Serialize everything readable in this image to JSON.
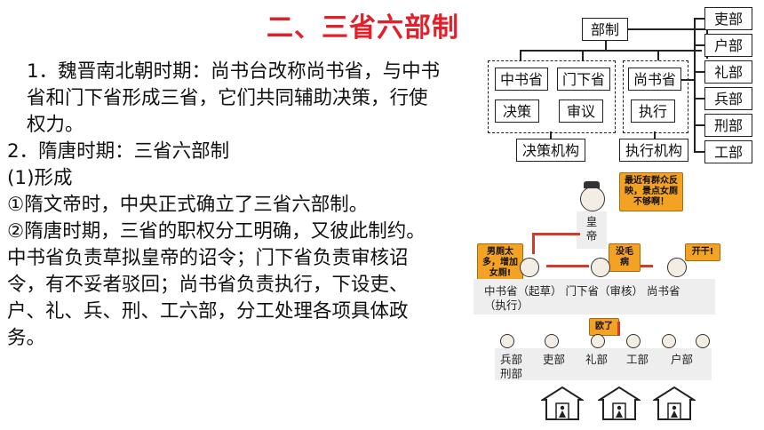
{
  "title": "二、三省六部制",
  "paragraphs": [
    "1．魏晋南北朝时期：尚书台改称尚书省，与中书省和门下省形成三省，它们共同辅助决策，行使权力。",
    "2．隋唐时期：三省六部制",
    "(1)形成",
    "①隋文帝时，中央正式确立了三省六部制。",
    "②隋唐时期，三省的职权分工明确，又彼此制约。中书省负责草拟皇帝的诏令；门下省负责审核诏令，有不妥者驳回；尚书省负责执行，下设吏、户、礼、兵、刑、工六部，分工处理各项具体政务。"
  ],
  "org_chart": {
    "top": "部制",
    "zhongshu": "中书省",
    "menxia": "门下省",
    "shangshu": "尚书省",
    "juece": "决策",
    "shenyi": "审议",
    "zhixing": "执行",
    "juece_jigou": "决策机构",
    "zhixing_jigou": "执行机构",
    "ministries": [
      "吏部",
      "户部",
      "礼部",
      "兵部",
      "刑部",
      "工部"
    ]
  },
  "cartoon": {
    "emperor_bubble": "最近有群众反映，景点女厕不够啊！",
    "emperor": "皇帝",
    "zhongshu_bubble": "男厕太多，增加女厕!",
    "menxia_bubble": "没毛病",
    "shangshu_bubble": "开干!",
    "row1": "中书省（起草） 门下省（审核） 尚书省（执行）",
    "ministry_bubble": "欧了",
    "ministries_row": [
      "兵部",
      "吏部",
      "礼部",
      "工部",
      "户部"
    ],
    "ministry_last": "刑部"
  }
}
